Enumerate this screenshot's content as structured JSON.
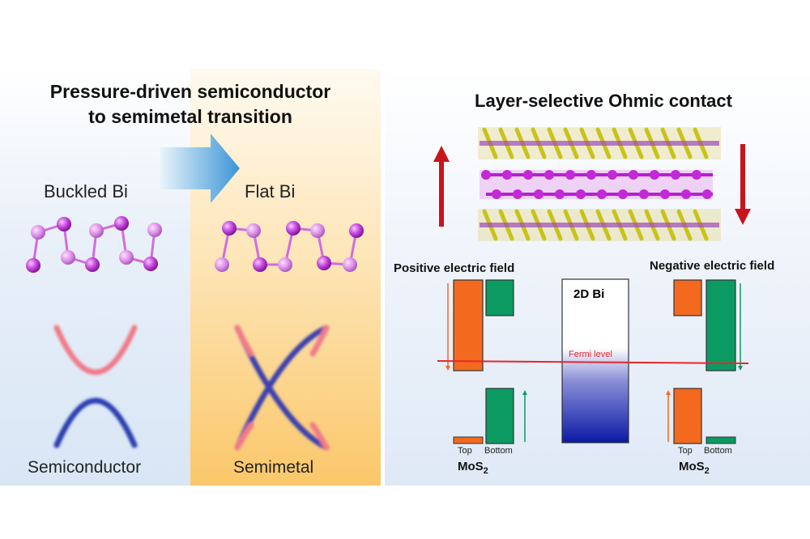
{
  "title": "Pressure-driven semiconductor to semimetal transition",
  "title_lines": [
    "Pressure-driven semiconductor",
    "to semimetal transition"
  ],
  "left": {
    "buckled_label": "Buckled Bi",
    "flat_label": "Flat Bi",
    "semiconductor_label": "Semiconductor",
    "semimetal_label": "Semimetal"
  },
  "right": {
    "title": "Layer-selective Ohmic contact",
    "positive_field": "Positive electric field",
    "negative_field": "Negative electric field",
    "bi_label": "2D Bi",
    "fermi_label": "Fermi level",
    "top_label": "Top",
    "bottom_label": "Bottom",
    "mos2": "MoS",
    "mos2_sub": "2"
  },
  "colors": {
    "orange": "#f36a1e",
    "green": "#0c9a63",
    "red_arrow": "#c8141c",
    "fermi_line": "#e8252a",
    "bi_atom": "#b81fd0",
    "conduction_band": "#f07a8a",
    "valence_band": "#2a3fb0",
    "arrow_blue": "#4aa3df"
  }
}
